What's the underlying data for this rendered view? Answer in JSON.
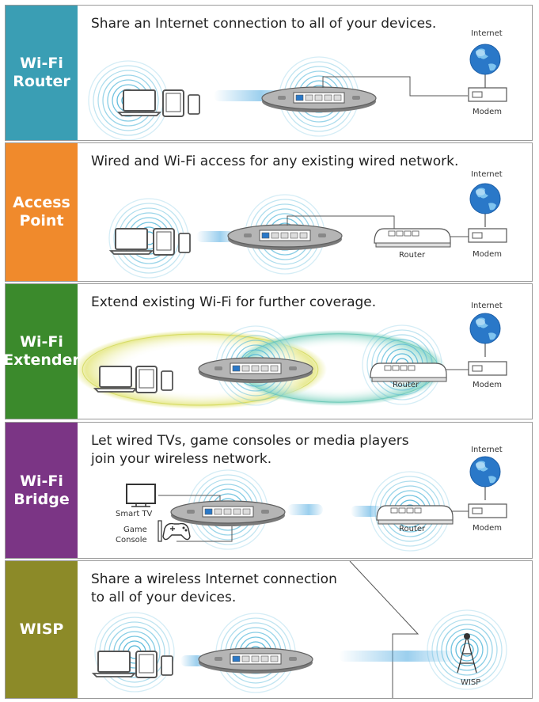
{
  "modes": [
    {
      "id": "router",
      "title": "Wi-Fi\nRouter",
      "color": "#3a9eb4",
      "description": "Share an Internet connection to all of your devices.",
      "labels": {
        "internet": "Internet",
        "modem": "Modem"
      }
    },
    {
      "id": "access-point",
      "title": "Access\nPoint",
      "color": "#f08a2c",
      "description": "Wired and Wi-Fi access for any existing wired network.",
      "labels": {
        "internet": "Internet",
        "modem": "Modem",
        "router": "Router"
      }
    },
    {
      "id": "extender",
      "title": "Wi-Fi\nExtender",
      "color": "#3b8a2c",
      "description": "Extend existing Wi-Fi for further coverage.",
      "labels": {
        "internet": "Internet",
        "modem": "Modem",
        "router": "Router"
      }
    },
    {
      "id": "bridge",
      "title": "Wi-Fi\nBridge",
      "color": "#7b3585",
      "description": "Let wired TVs, game consoles or media players\njoin your wireless network.",
      "labels": {
        "internet": "Internet",
        "modem": "Modem",
        "router": "Router",
        "smart_tv": "Smart TV",
        "game_console": "Game\nConsole"
      }
    },
    {
      "id": "wisp",
      "title": "WISP",
      "color": "#8c8a28",
      "description": "Share a wireless Internet connection\nto all of your devices.",
      "labels": {
        "wisp": "WISP"
      }
    }
  ],
  "colors": {
    "wave": "#4fb5d8",
    "beam": "#4aa8e0",
    "device": "#555555",
    "router_body": "#b5b5b5",
    "globe": "#2a78c8",
    "extender_glow": "#e6e88a",
    "router_glow": "#8fd8c8"
  }
}
